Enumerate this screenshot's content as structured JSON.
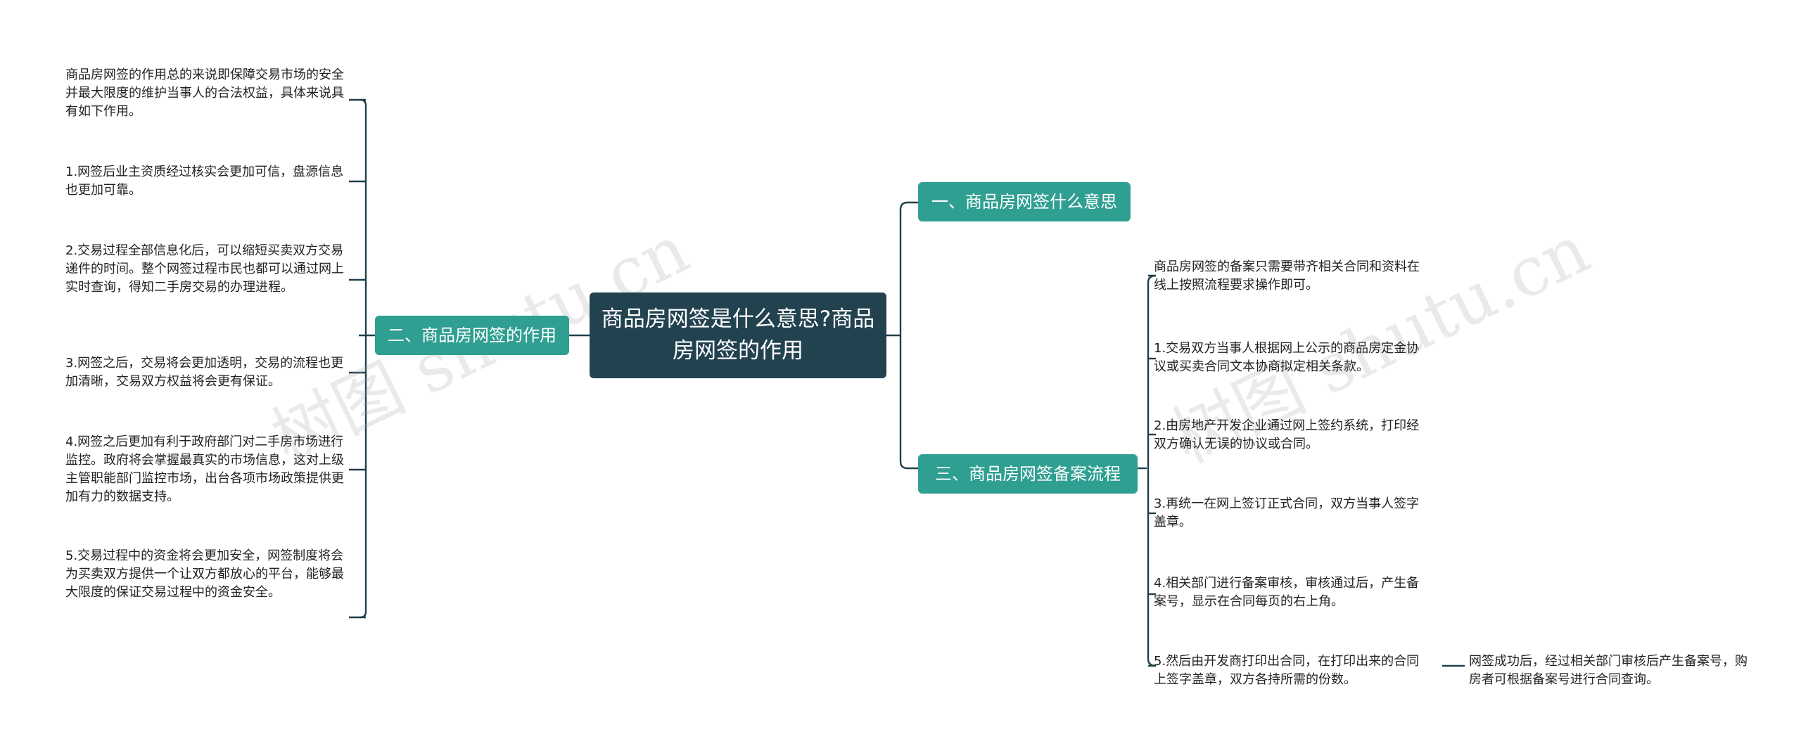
{
  "root": {
    "title": "商品房网签是什么意思?商品房网签的作用"
  },
  "branches": {
    "one": {
      "label": "一、商品房网签什么意思"
    },
    "two": {
      "label": "二、商品房网签的作用",
      "items": [
        "商品房网签的作用总的来说即保障交易市场的安全并最大限度的维护当事人的合法权益，具体来说具有如下作用。",
        "1.网签后业主资质经过核实会更加可信，盘源信息也更加可靠。",
        "2.交易过程全部信息化后，可以缩短买卖双方交易递件的时间。整个网签过程市民也都可以通过网上实时查询，得知二手房交易的办理进程。",
        "3.网签之后，交易将会更加透明，交易的流程也更加清晰，交易双方权益将会更有保证。",
        "4.网签之后更加有利于政府部门对二手房市场进行监控。政府将会掌握最真实的市场信息，这对上级主管职能部门监控市场，出台各项市场政策提供更加有力的数据支持。",
        "5.交易过程中的资金将会更加安全，网签制度将会为买卖双方提供一个让双方都放心的平台，能够最大限度的保证交易过程中的资金安全。"
      ]
    },
    "three": {
      "label": "三、商品房网签备案流程",
      "items": [
        "商品房网签的备案只需要带齐相关合同和资料在线上按照流程要求操作即可。",
        "1.交易双方当事人根据网上公示的商品房定金协议或买卖合同文本协商拟定相关条款。",
        "2.由房地产开发企业通过网上签约系统，打印经双方确认无误的协议或合同。",
        "3.再统一在网上签订正式合同，双方当事人签字盖章。",
        "4.相关部门进行备案审核，审核通过后，产生备案号，显示在合同每页的右上角。",
        "5.然后由开发商打印出合同，在打印出来的合同上签字盖章，双方各持所需的份数。"
      ],
      "sub": "网签成功后，经过相关部门审核后产生备案号，购房者可根据备案号进行合同查询。"
    }
  },
  "watermark": {
    "text": "树图 shutu.cn"
  },
  "colors": {
    "root": "#22424f",
    "branch": "#2f9f91",
    "line": "#1f3f4b"
  }
}
